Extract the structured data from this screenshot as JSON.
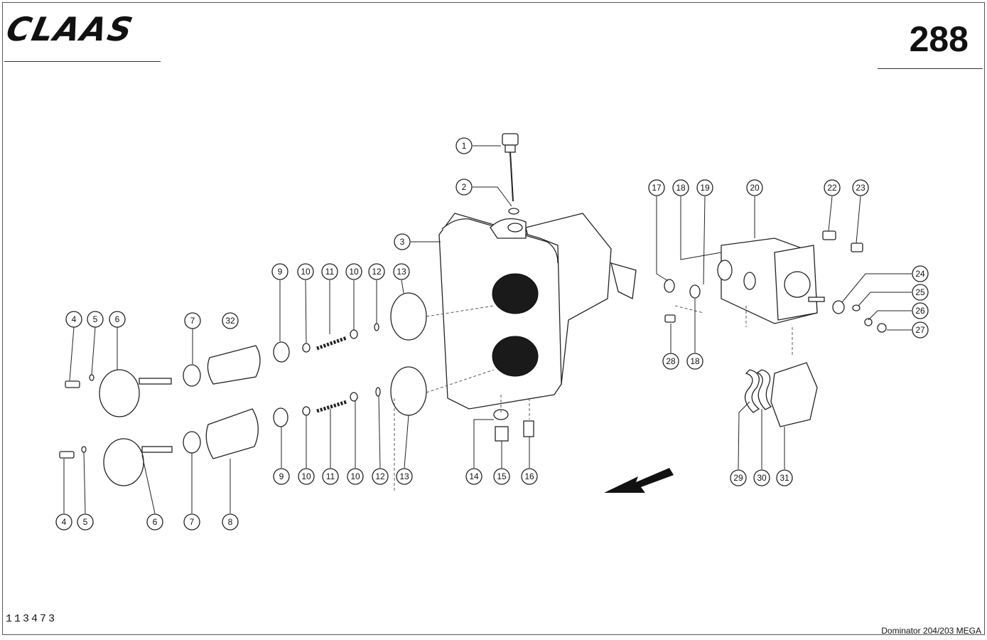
{
  "header": {
    "brand": "CLAAS",
    "page_number": "288"
  },
  "footer": {
    "drawing_number": "113473",
    "model": "Dominator 204/203 MEGA"
  },
  "callouts": [
    "1",
    "2",
    "3",
    "4",
    "4",
    "5",
    "5",
    "6",
    "6",
    "7",
    "7",
    "32",
    "8",
    "9",
    "9",
    "10",
    "10",
    "10",
    "10",
    "11",
    "11",
    "12",
    "12",
    "13",
    "13",
    "14",
    "15",
    "16",
    "17",
    "18",
    "18",
    "19",
    "20",
    "22",
    "23",
    "24",
    "25",
    "26",
    "27",
    "28",
    "29",
    "30",
    "31"
  ]
}
